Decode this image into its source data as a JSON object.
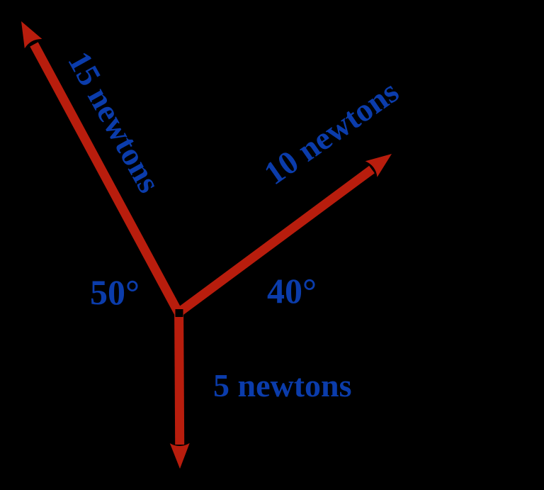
{
  "background_color": "#000000",
  "colors": {
    "arrow": "#B81D0D",
    "label": "#0B3CAB"
  },
  "vectors": [
    {
      "id": "force-15n",
      "label": "15 newtons"
    },
    {
      "id": "force-10n",
      "label": "10 newtons"
    },
    {
      "id": "force-5n",
      "label": "5 newtons"
    }
  ],
  "angles": [
    {
      "id": "angle-left",
      "label": "50°"
    },
    {
      "id": "angle-right",
      "label": "40°"
    }
  ]
}
